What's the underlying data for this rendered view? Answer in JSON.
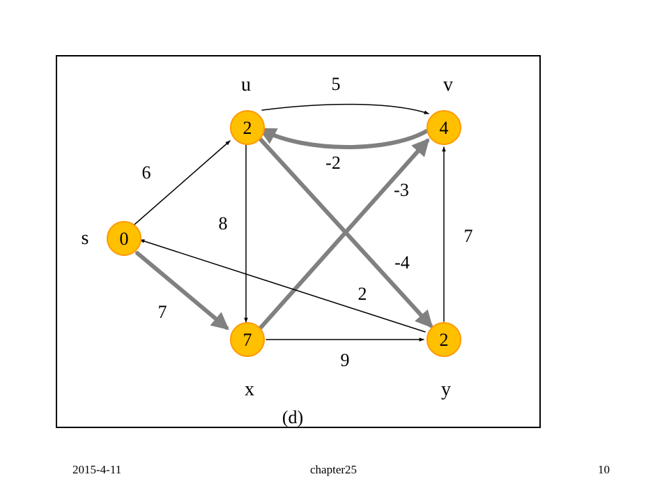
{
  "figure_label": "(d)",
  "footer": {
    "date": "2015-4-11",
    "chapter": "chapter25",
    "page": "10"
  },
  "colors": {
    "node_fill": "#FFC000",
    "node_stroke": "#FF9900",
    "highlight_edge": "#808080",
    "normal_edge": "#000000",
    "frame": "#000000"
  },
  "nodes": [
    {
      "id": "s",
      "name": "s",
      "value": "0"
    },
    {
      "id": "u",
      "name": "u",
      "value": "2"
    },
    {
      "id": "v",
      "name": "v",
      "value": "4"
    },
    {
      "id": "x",
      "name": "x",
      "value": "7"
    },
    {
      "id": "y",
      "name": "y",
      "value": "2"
    }
  ],
  "edges": [
    {
      "from": "s",
      "to": "u",
      "weight": "6",
      "highlighted": false
    },
    {
      "from": "s",
      "to": "x",
      "weight": "7",
      "highlighted": true
    },
    {
      "from": "u",
      "to": "v",
      "weight": "5",
      "highlighted": false
    },
    {
      "from": "u",
      "to": "x",
      "weight": "8",
      "highlighted": false
    },
    {
      "from": "u",
      "to": "y",
      "weight": "-4",
      "highlighted": true
    },
    {
      "from": "v",
      "to": "u",
      "weight": "-2",
      "highlighted": true
    },
    {
      "from": "x",
      "to": "v",
      "weight": "-3",
      "highlighted": true
    },
    {
      "from": "x",
      "to": "y",
      "weight": "9",
      "highlighted": false
    },
    {
      "from": "y",
      "to": "v",
      "weight": "7",
      "highlighted": false
    },
    {
      "from": "y",
      "to": "s",
      "weight": "2",
      "highlighted": false
    }
  ]
}
